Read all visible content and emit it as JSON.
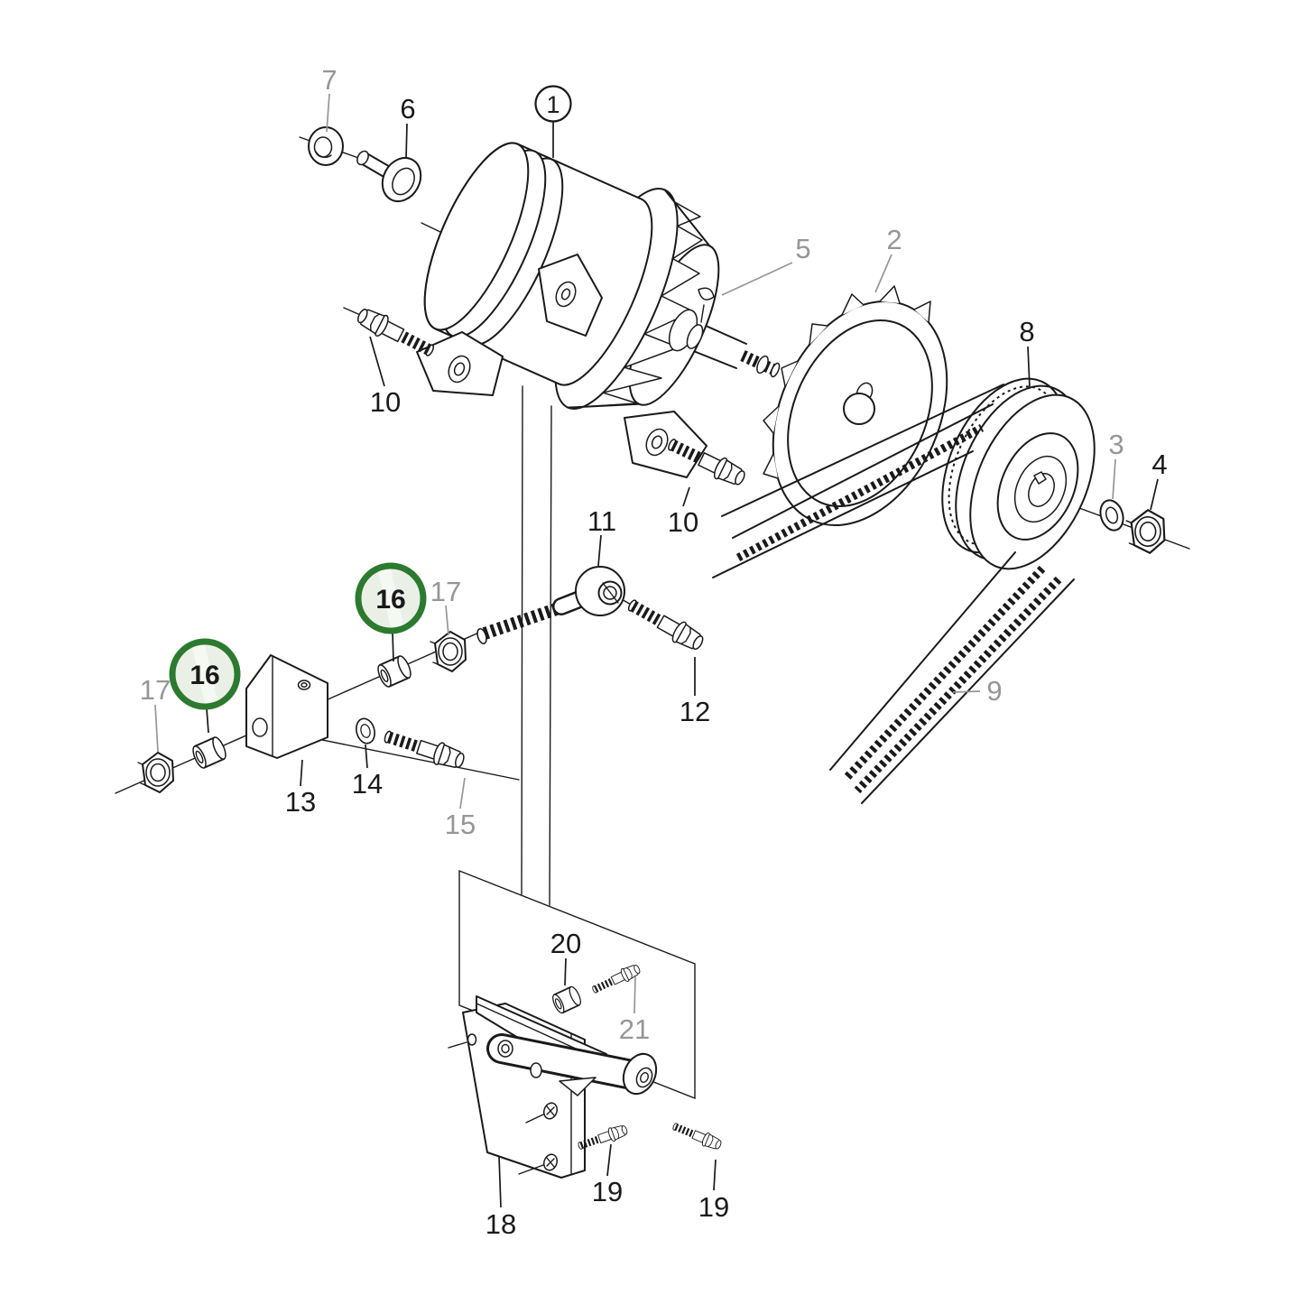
{
  "figure": {
    "kind": "exploded parts diagram",
    "background": "#ffffff"
  },
  "colors": {
    "line": "#1a1a1a",
    "gray_label": "#969696",
    "highlight_ring": "#2c7a2f",
    "highlight_fill": "#ebf0e7"
  },
  "callouts": [
    {
      "id": "c7",
      "text": "7",
      "style": "gray"
    },
    {
      "id": "c6",
      "text": "6",
      "style": "black"
    },
    {
      "id": "c1",
      "text": "1",
      "style": "black",
      "circled": true
    },
    {
      "id": "c5",
      "text": "5",
      "style": "gray"
    },
    {
      "id": "c2",
      "text": "2",
      "style": "gray"
    },
    {
      "id": "c8",
      "text": "8",
      "style": "black"
    },
    {
      "id": "c3",
      "text": "3",
      "style": "gray"
    },
    {
      "id": "c4",
      "text": "4",
      "style": "black"
    },
    {
      "id": "c10a",
      "text": "10",
      "style": "black"
    },
    {
      "id": "c10b",
      "text": "10",
      "style": "black"
    },
    {
      "id": "c11",
      "text": "11",
      "style": "black"
    },
    {
      "id": "c12",
      "text": "12",
      "style": "black"
    },
    {
      "id": "c9",
      "text": "9",
      "style": "gray"
    },
    {
      "id": "c17a",
      "text": "17",
      "style": "gray"
    },
    {
      "id": "c16a",
      "text": "16",
      "style": "black",
      "highlighted": true
    },
    {
      "id": "c17b",
      "text": "17",
      "style": "gray"
    },
    {
      "id": "c16b",
      "text": "16",
      "style": "black",
      "highlighted": true
    },
    {
      "id": "c13",
      "text": "13",
      "style": "black"
    },
    {
      "id": "c14",
      "text": "14",
      "style": "black"
    },
    {
      "id": "c15",
      "text": "15",
      "style": "gray"
    },
    {
      "id": "c20",
      "text": "20",
      "style": "black"
    },
    {
      "id": "c21",
      "text": "21",
      "style": "gray"
    },
    {
      "id": "c18",
      "text": "18",
      "style": "black"
    },
    {
      "id": "c19a",
      "text": "19",
      "style": "black"
    },
    {
      "id": "c19b",
      "text": "19",
      "style": "black"
    }
  ]
}
